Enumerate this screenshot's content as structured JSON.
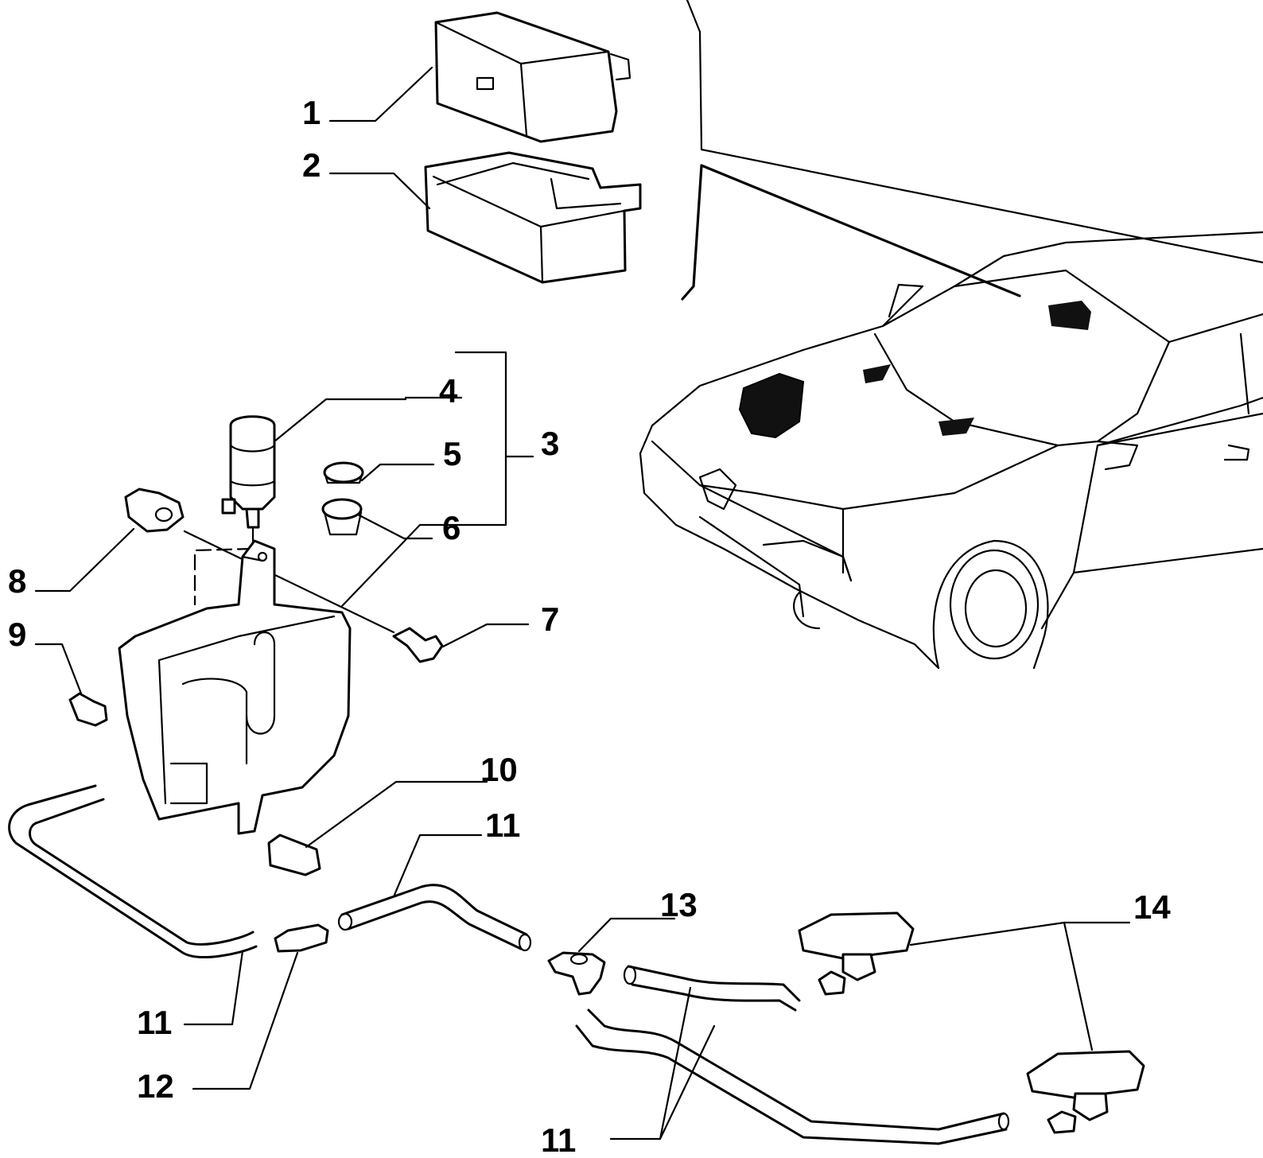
{
  "labels": {
    "l1": "1",
    "l2": "2",
    "l3": "3",
    "l4": "4",
    "l5": "5",
    "l6": "6",
    "l7": "7",
    "l8": "8",
    "l9": "9",
    "l10": "10",
    "l11a": "11",
    "l11b": "11",
    "l12": "12",
    "l13": "13",
    "l14": "14",
    "l11c": "11"
  }
}
